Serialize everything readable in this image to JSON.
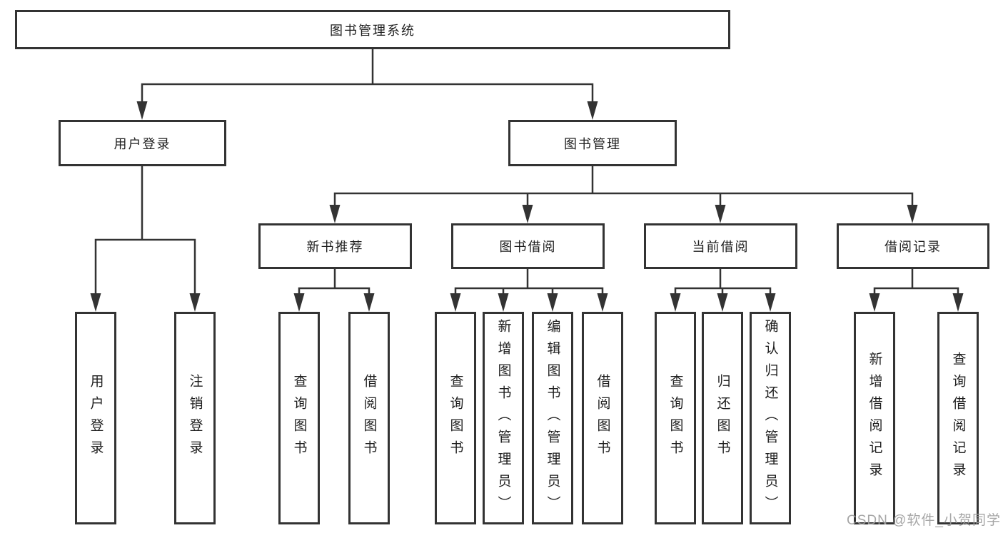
{
  "diagram": {
    "tree": {
      "label": "图书管理系统",
      "children": [
        {
          "label": "用户登录",
          "children": [
            {
              "label": "用户登录"
            },
            {
              "label": "注销登录"
            }
          ]
        },
        {
          "label": "图书管理",
          "children": [
            {
              "label": "新书推荐",
              "children": [
                {
                  "label": "查询图书"
                },
                {
                  "label": "借阅图书"
                }
              ]
            },
            {
              "label": "图书借阅",
              "children": [
                {
                  "label": "查询图书"
                },
                {
                  "label": "新增图书（管理员）"
                },
                {
                  "label": "编辑图书（管理员）"
                },
                {
                  "label": "借阅图书"
                }
              ]
            },
            {
              "label": "当前借阅",
              "children": [
                {
                  "label": "查询图书"
                },
                {
                  "label": "归还图书"
                },
                {
                  "label": "确认归还（管理员）"
                }
              ]
            },
            {
              "label": "借阅记录",
              "children": [
                {
                  "label": "新增借阅记录"
                },
                {
                  "label": "查询借阅记录"
                }
              ]
            }
          ]
        }
      ]
    },
    "watermark": "CSDN @软件_小贺同学",
    "colors": {
      "line": "#333333",
      "box_border": "#333333",
      "box_fill": "#ffffff",
      "text": "#1e1e1e",
      "watermark": "#9e9e9e"
    }
  }
}
